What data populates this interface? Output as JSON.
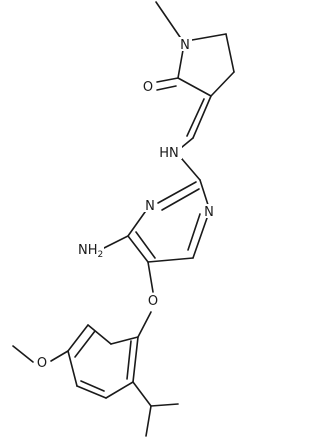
{
  "structure": {
    "atoms": {
      "pyrrolidinone_n": "N",
      "carbonyl_o": "O",
      "linker_nh": "HN",
      "pyrimidine_n_top": "N",
      "pyrimidine_n_left": "N",
      "amine": {
        "main": "NH",
        "subscript": "2"
      },
      "ether_o": "O",
      "methoxy_o": "O"
    }
  }
}
